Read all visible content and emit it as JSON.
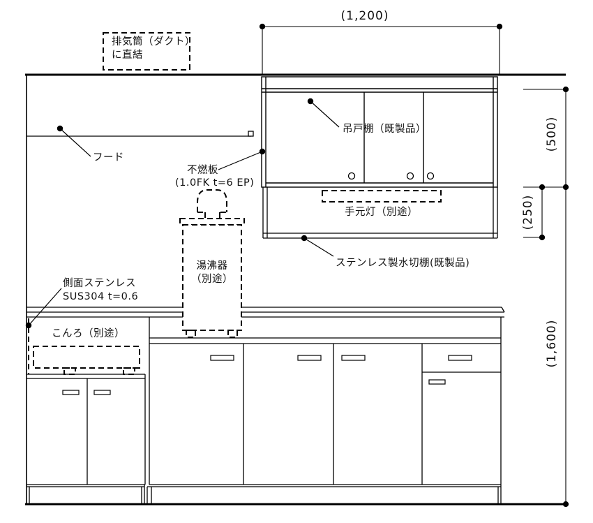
{
  "dimensions": {
    "top_width": "(1,200)",
    "upper_cabinet_height": "(500)",
    "drain_shelf_height": "(250)",
    "overall_height": "(1,600)"
  },
  "labels": {
    "duct": {
      "line1": "排気筒（ダクト）",
      "line2": "に直結"
    },
    "hood": "フード",
    "hanging_cabinet": "吊戸棚（既製品）",
    "incombustible_board": {
      "line1": "不燃板",
      "line2": "(1.0FK t=6 EP)"
    },
    "task_light": "手元灯（別途）",
    "water_heater": {
      "line1": "湯沸器",
      "line2": "（別途）"
    },
    "drain_shelf": "ステンレス製水切棚(既製品)",
    "side_stainless": {
      "line1": "側面ステンレス",
      "line2": "SUS304 t=0.6"
    },
    "stove": "こんろ（別途）"
  },
  "colors": {
    "line": "#000000",
    "background": "#ffffff"
  }
}
